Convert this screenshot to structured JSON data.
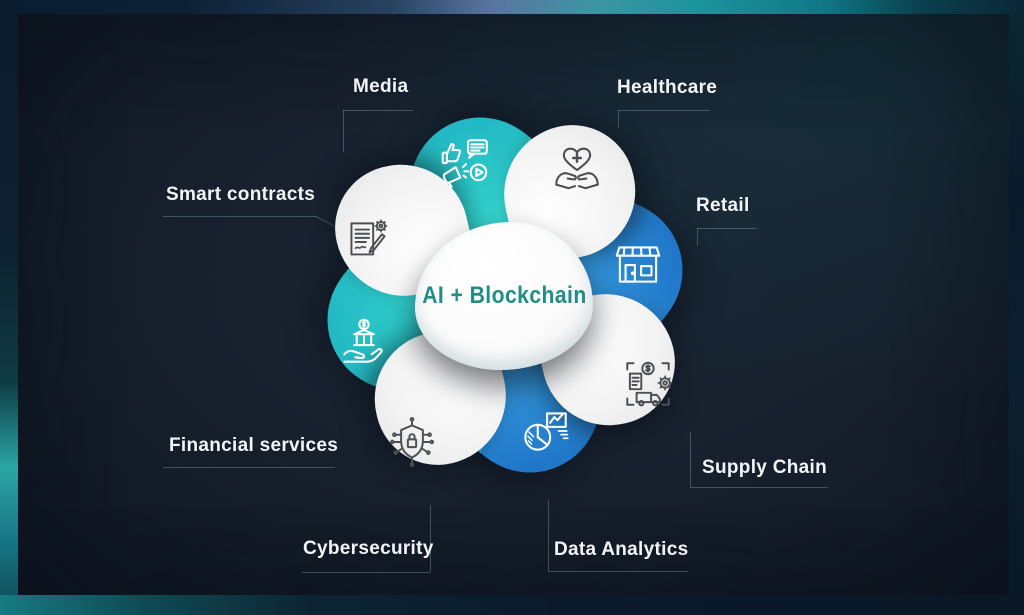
{
  "diagram": {
    "center_label": "AI + Blockchain",
    "petals": [
      {
        "label": "Media",
        "color_type": "teal",
        "icon": "media-icon"
      },
      {
        "label": "Healthcare",
        "color_type": "white",
        "icon": "healthcare-icon"
      },
      {
        "label": "Retail",
        "color_type": "blue",
        "icon": "retail-icon"
      },
      {
        "label": "Supply Chain",
        "color_type": "white",
        "icon": "supply-chain-icon"
      },
      {
        "label": "Data Analytics",
        "color_type": "blue",
        "icon": "data-analytics-icon"
      },
      {
        "label": "Cybersecurity",
        "color_type": "white",
        "icon": "cybersecurity-icon"
      },
      {
        "label": "Financial services",
        "color_type": "teal",
        "icon": "financial-services-icon"
      },
      {
        "label": "Smart contracts",
        "color_type": "white",
        "icon": "smart-contracts-icon"
      }
    ],
    "colors": {
      "teal_petal": "#35d6cd",
      "blue_petal": "#2e8fd6",
      "white_petal": "#f2f2f2",
      "center_text": "#1e8e86",
      "panel_background": "#131c28",
      "label_text": "#f2f5f7",
      "frame_teal_glow": "#2aa5a4"
    }
  }
}
